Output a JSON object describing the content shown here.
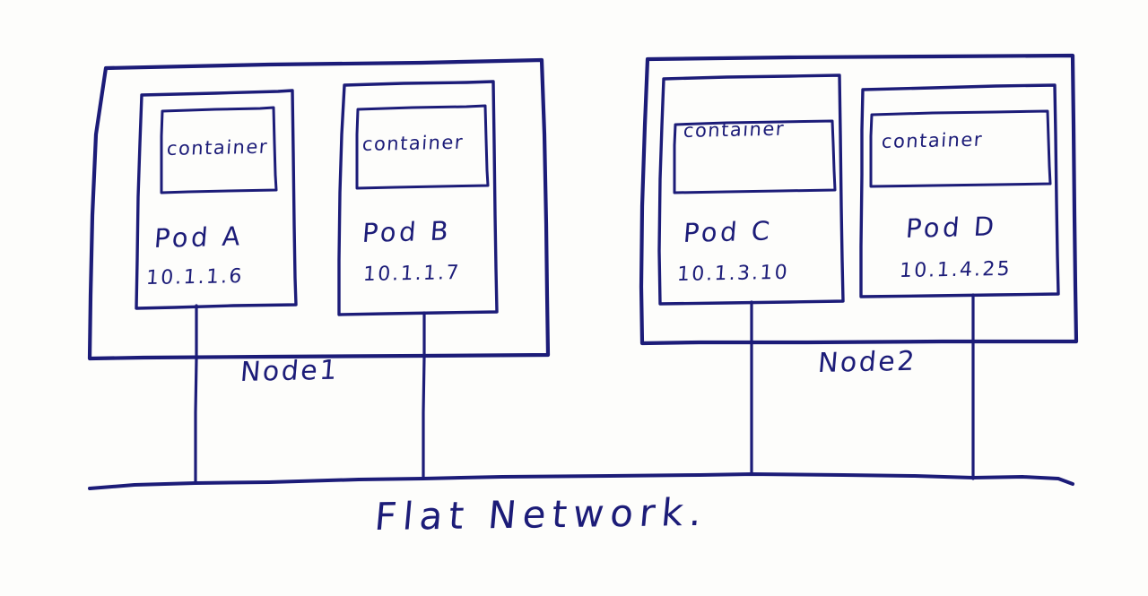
{
  "diagram": {
    "title": "Flat Network",
    "caption": "Flat Network.",
    "ink_color": "#1c1c78",
    "paper_color": "#fdfdfb",
    "nodes": [
      {
        "id": "node1",
        "label": "Node1",
        "pods": [
          {
            "id": "pod-a",
            "name": "Pod A",
            "ip": "10.1.1.6",
            "container_label": "container"
          },
          {
            "id": "pod-b",
            "name": "Pod B",
            "ip": "10.1.1.7",
            "container_label": "container"
          }
        ]
      },
      {
        "id": "node2",
        "label": "Node2",
        "pods": [
          {
            "id": "pod-c",
            "name": "Pod C",
            "ip": "10.1.3.10",
            "container_label": "container"
          },
          {
            "id": "pod-d",
            "name": "Pod D",
            "ip": "10.1.4.25",
            "container_label": "container"
          }
        ]
      }
    ],
    "network_bus": {
      "name": "flat-network-bus"
    }
  }
}
